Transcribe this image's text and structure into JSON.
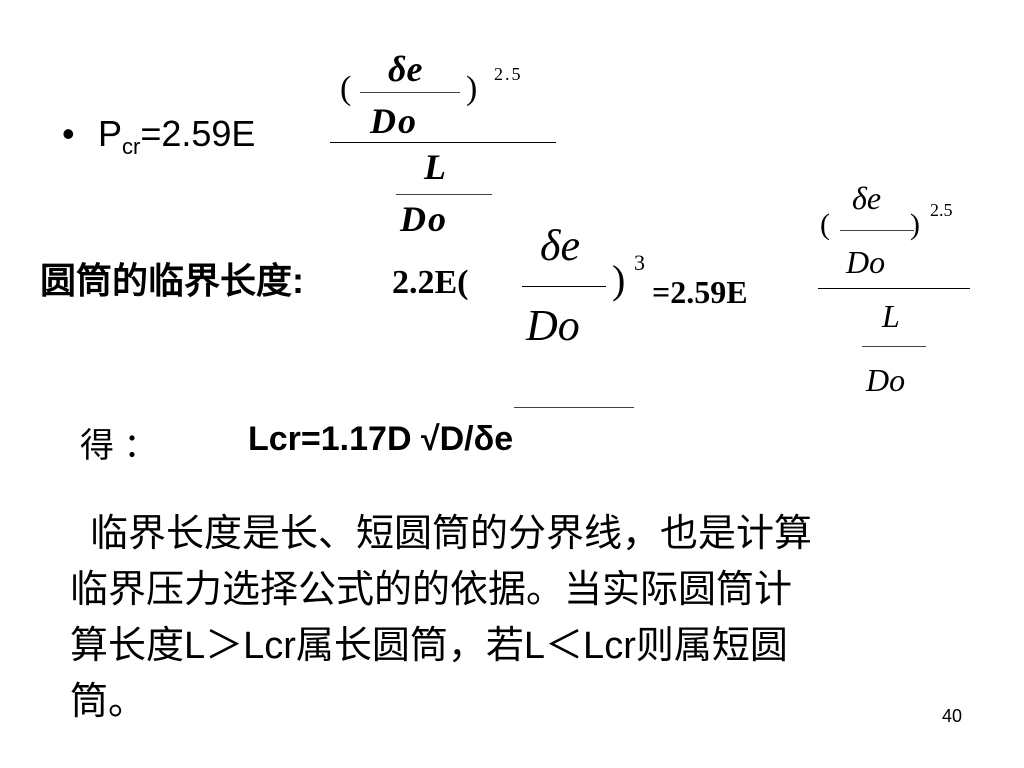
{
  "bullet": {
    "symbol": "•",
    "p": "P",
    "sub": "cr",
    "eq": "=2.59E",
    "frac": {
      "lparen": "(",
      "rparen": ")",
      "num_top": "δe",
      "num_bottom": "Do",
      "power": "2.5",
      "den_top": "L",
      "den_bottom": "Do"
    }
  },
  "critical_length": {
    "label": "圆筒的临界长度:",
    "lhs_prefix": "2.2E(",
    "lhs_num": "δe",
    "lhs_den": "Do",
    "lhs_rparen": ")",
    "lhs_power": "3",
    "equals": "=2.59E",
    "rhs": {
      "lparen": "(",
      "rparen": ")",
      "num_top": "δe",
      "num_bottom": "Do",
      "power": "2.5",
      "den_top": "L",
      "den_bottom": "Do"
    }
  },
  "result": {
    "label": "得 ：",
    "formula": "Lcr=1.17D √D/δe"
  },
  "paragraph": {
    "line1": "临界长度是长、短圆筒的分界线，也是计算",
    "line2": "临界压力选择公式的的依据。当实际圆筒计",
    "line3": "算长度L＞Lcr属长圆筒，若L＜Lcr则属短圆",
    "line4": "筒。"
  },
  "page_number": "40"
}
